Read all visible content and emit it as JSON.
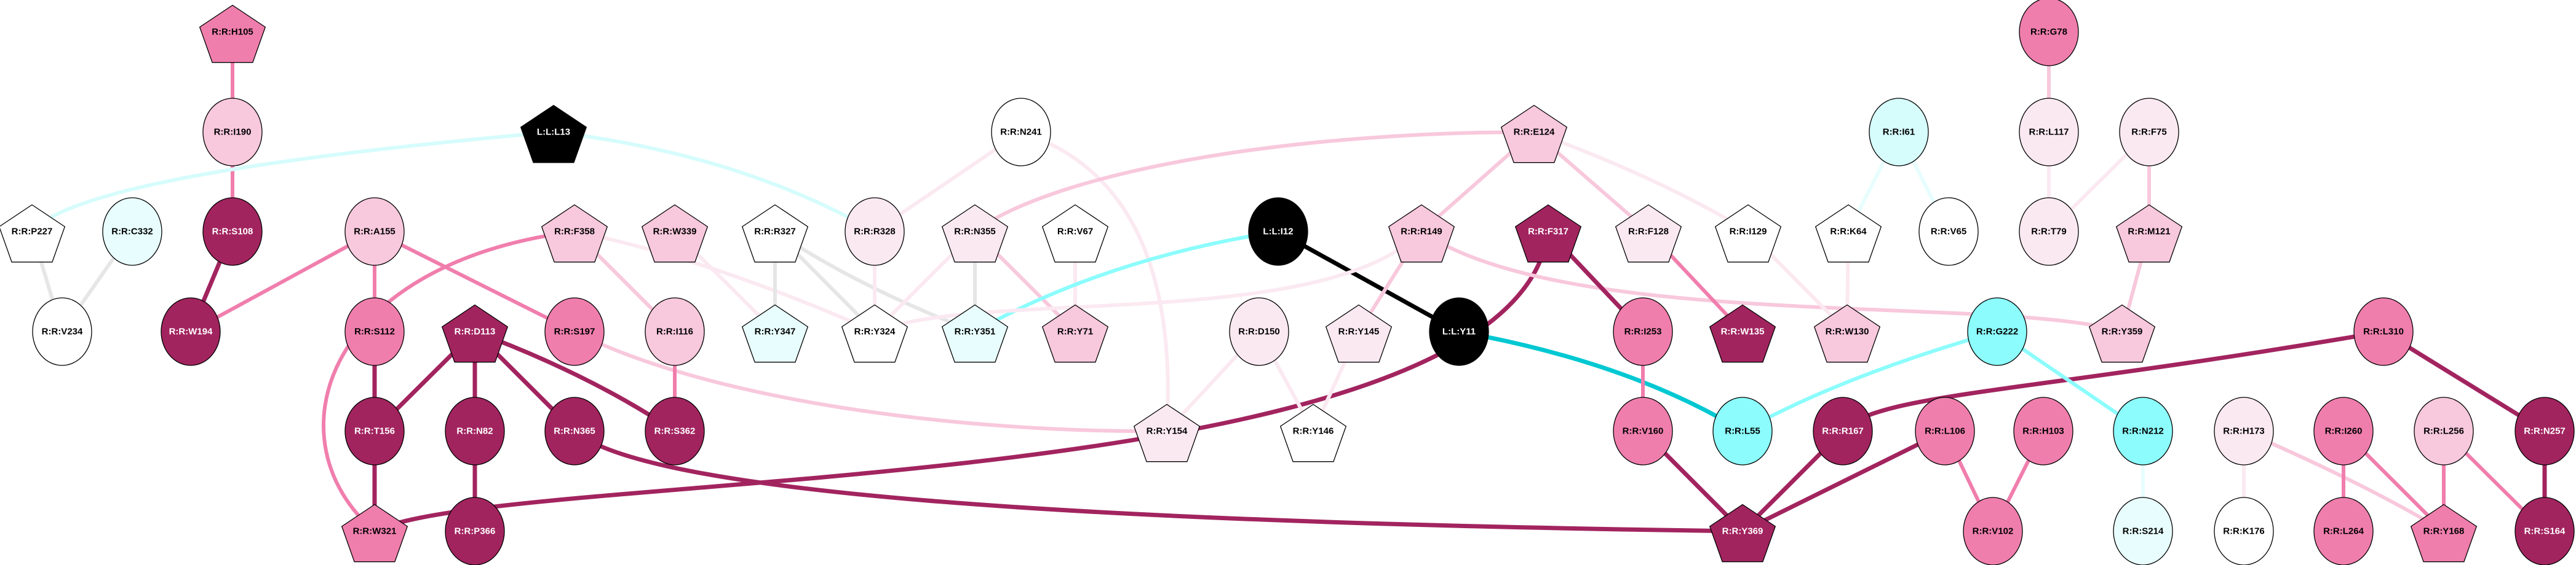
{
  "palette": {
    "dark": "#a2245f",
    "medium": "#f07ead",
    "light": "#f8c8dc",
    "pale": "#fbe9f1",
    "white": "#ffffff",
    "cyan": "#8cfcfc",
    "lightcyan": "#d6fcfc",
    "palecyan": "#e8fefe",
    "teal": "#00c8d2",
    "grey": "#e6e6e6",
    "black": "#000000"
  },
  "nodes": [
    {
      "label": "R:R:H105",
      "shape": "pentagon",
      "fill": "medium"
    },
    {
      "label": "R:R:G78",
      "shape": "circle",
      "fill": "medium"
    },
    {
      "label": "R:R:I190",
      "shape": "circle",
      "fill": "light"
    },
    {
      "label": "L:L:L13",
      "shape": "pentagon",
      "fill": "black"
    },
    {
      "label": "R:R:N241",
      "shape": "circle",
      "fill": "white"
    },
    {
      "label": "R:R:E124",
      "shape": "pentagon",
      "fill": "light"
    },
    {
      "label": "R:R:I61",
      "shape": "circle",
      "fill": "lightcyan"
    },
    {
      "label": "R:R:L117",
      "shape": "circle",
      "fill": "pale"
    },
    {
      "label": "R:R:F75",
      "shape": "circle",
      "fill": "pale"
    },
    {
      "label": "R:R:P227",
      "shape": "pentagon",
      "fill": "white"
    },
    {
      "label": "R:R:C332",
      "shape": "circle",
      "fill": "palecyan"
    },
    {
      "label": "R:R:S108",
      "shape": "circle",
      "fill": "dark"
    },
    {
      "label": "R:R:A155",
      "shape": "circle",
      "fill": "light"
    },
    {
      "label": "R:R:F358",
      "shape": "pentagon",
      "fill": "light"
    },
    {
      "label": "R:R:W339",
      "shape": "pentagon",
      "fill": "light"
    },
    {
      "label": "R:R:R327",
      "shape": "pentagon",
      "fill": "white"
    },
    {
      "label": "R:R:R328",
      "shape": "circle",
      "fill": "pale"
    },
    {
      "label": "R:R:N355",
      "shape": "pentagon",
      "fill": "pale"
    },
    {
      "label": "R:R:V67",
      "shape": "pentagon",
      "fill": "white"
    },
    {
      "label": "L:L:I12",
      "shape": "circle",
      "fill": "black"
    },
    {
      "label": "R:R:R149",
      "shape": "pentagon",
      "fill": "light"
    },
    {
      "label": "R:R:F317",
      "shape": "pentagon",
      "fill": "dark"
    },
    {
      "label": "R:R:F128",
      "shape": "pentagon",
      "fill": "pale"
    },
    {
      "label": "R:R:I129",
      "shape": "pentagon",
      "fill": "white"
    },
    {
      "label": "R:R:K64",
      "shape": "pentagon",
      "fill": "white"
    },
    {
      "label": "R:R:V65",
      "shape": "circle",
      "fill": "white"
    },
    {
      "label": "R:R:T79",
      "shape": "circle",
      "fill": "pale"
    },
    {
      "label": "R:R:M121",
      "shape": "pentagon",
      "fill": "light"
    },
    {
      "label": "R:R:V234",
      "shape": "circle",
      "fill": "white"
    },
    {
      "label": "R:R:W194",
      "shape": "circle",
      "fill": "dark"
    },
    {
      "label": "R:R:S112",
      "shape": "circle",
      "fill": "medium"
    },
    {
      "label": "R:R:D113",
      "shape": "pentagon",
      "fill": "dark"
    },
    {
      "label": "R:R:S197",
      "shape": "circle",
      "fill": "medium"
    },
    {
      "label": "R:R:I116",
      "shape": "circle",
      "fill": "light"
    },
    {
      "label": "R:R:Y347",
      "shape": "pentagon",
      "fill": "palecyan"
    },
    {
      "label": "R:R:Y324",
      "shape": "pentagon",
      "fill": "white"
    },
    {
      "label": "R:R:Y351",
      "shape": "pentagon",
      "fill": "palecyan"
    },
    {
      "label": "R:R:Y71",
      "shape": "pentagon",
      "fill": "light"
    },
    {
      "label": "R:R:D150",
      "shape": "circle",
      "fill": "pale"
    },
    {
      "label": "R:R:Y145",
      "shape": "pentagon",
      "fill": "pale"
    },
    {
      "label": "L:L:Y11",
      "shape": "circle",
      "fill": "black"
    },
    {
      "label": "R:R:I253",
      "shape": "circle",
      "fill": "medium"
    },
    {
      "label": "R:R:W135",
      "shape": "pentagon",
      "fill": "dark"
    },
    {
      "label": "R:R:W130",
      "shape": "pentagon",
      "fill": "light"
    },
    {
      "label": "R:R:G222",
      "shape": "circle",
      "fill": "cyan"
    },
    {
      "label": "R:R:Y359",
      "shape": "pentagon",
      "fill": "light"
    },
    {
      "label": "R:R:L310",
      "shape": "circle",
      "fill": "medium"
    },
    {
      "label": "R:R:T156",
      "shape": "circle",
      "fill": "dark"
    },
    {
      "label": "R:R:N82",
      "shape": "circle",
      "fill": "dark"
    },
    {
      "label": "R:R:N365",
      "shape": "circle",
      "fill": "dark"
    },
    {
      "label": "R:R:S362",
      "shape": "circle",
      "fill": "dark"
    },
    {
      "label": "R:R:Y154",
      "shape": "pentagon",
      "fill": "pale"
    },
    {
      "label": "R:R:Y146",
      "shape": "pentagon",
      "fill": "white"
    },
    {
      "label": "R:R:V160",
      "shape": "circle",
      "fill": "medium"
    },
    {
      "label": "R:R:L55",
      "shape": "circle",
      "fill": "cyan"
    },
    {
      "label": "R:R:R167",
      "shape": "circle",
      "fill": "dark"
    },
    {
      "label": "R:R:L106",
      "shape": "circle",
      "fill": "medium"
    },
    {
      "label": "R:R:H103",
      "shape": "circle",
      "fill": "medium"
    },
    {
      "label": "R:R:N212",
      "shape": "circle",
      "fill": "cyan"
    },
    {
      "label": "R:R:H173",
      "shape": "circle",
      "fill": "pale"
    },
    {
      "label": "R:R:I260",
      "shape": "circle",
      "fill": "medium"
    },
    {
      "label": "R:R:L256",
      "shape": "circle",
      "fill": "light"
    },
    {
      "label": "R:R:N257",
      "shape": "circle",
      "fill": "dark"
    },
    {
      "label": "R:R:W321",
      "shape": "pentagon",
      "fill": "medium"
    },
    {
      "label": "R:R:P366",
      "shape": "circle",
      "fill": "dark"
    },
    {
      "label": "R:R:Y369",
      "shape": "pentagon",
      "fill": "dark"
    },
    {
      "label": "R:R:V102",
      "shape": "circle",
      "fill": "medium"
    },
    {
      "label": "R:R:S214",
      "shape": "circle",
      "fill": "palecyan"
    },
    {
      "label": "R:R:K176",
      "shape": "circle",
      "fill": "white"
    },
    {
      "label": "R:R:L264",
      "shape": "circle",
      "fill": "medium"
    },
    {
      "label": "R:R:Y168",
      "shape": "pentagon",
      "fill": "medium"
    },
    {
      "label": "R:R:S164",
      "shape": "circle",
      "fill": "dark"
    }
  ],
  "edges": [
    {
      "from": "R:R:H105",
      "to": "R:R:I190",
      "color": "medium"
    },
    {
      "from": "R:R:I190",
      "to": "R:R:S108",
      "color": "medium"
    },
    {
      "from": "R:R:S108",
      "to": "R:R:W194",
      "color": "dark"
    },
    {
      "from": "R:R:A155",
      "to": "R:R:W194",
      "color": "medium"
    },
    {
      "from": "R:R:A155",
      "to": "R:R:S112",
      "color": "medium"
    },
    {
      "from": "R:R:A155",
      "to": "R:R:S197",
      "color": "medium"
    },
    {
      "from": "R:R:F358",
      "to": "R:R:W321",
      "color": "medium"
    },
    {
      "from": "R:R:F358",
      "to": "R:R:I116",
      "color": "light"
    },
    {
      "from": "R:R:F358",
      "to": "R:R:Y324",
      "color": "pale"
    },
    {
      "from": "R:R:S197",
      "to": "R:R:Y154",
      "color": "light"
    },
    {
      "from": "R:R:S112",
      "to": "R:R:T156",
      "color": "dark"
    },
    {
      "from": "R:R:D113",
      "to": "R:R:T156",
      "color": "dark"
    },
    {
      "from": "R:R:D113",
      "to": "R:R:N82",
      "color": "dark"
    },
    {
      "from": "R:R:D113",
      "to": "R:R:N365",
      "color": "dark"
    },
    {
      "from": "R:R:D113",
      "to": "R:R:S362",
      "color": "dark"
    },
    {
      "from": "R:R:T156",
      "to": "R:R:W321",
      "color": "dark"
    },
    {
      "from": "R:R:N82",
      "to": "R:R:P366",
      "color": "dark"
    },
    {
      "from": "R:R:N365",
      "to": "R:R:Y369",
      "color": "dark"
    },
    {
      "from": "R:R:W321",
      "to": "R:R:F317",
      "color": "dark"
    },
    {
      "from": "R:R:I116",
      "to": "R:R:S362",
      "color": "medium"
    },
    {
      "from": "R:R:P227",
      "to": "R:R:V234",
      "color": "grey"
    },
    {
      "from": "R:R:C332",
      "to": "R:R:V234",
      "color": "grey"
    },
    {
      "from": "L:L:L13",
      "to": "R:R:P227",
      "color": "lightcyan"
    },
    {
      "from": "L:L:L13",
      "to": "R:R:R328",
      "color": "lightcyan"
    },
    {
      "from": "R:R:W339",
      "to": "R:R:Y347",
      "color": "pale"
    },
    {
      "from": "R:R:R327",
      "to": "R:R:Y347",
      "color": "grey"
    },
    {
      "from": "R:R:R327",
      "to": "R:R:Y324",
      "color": "grey"
    },
    {
      "from": "R:R:R327",
      "to": "R:R:Y351",
      "color": "grey"
    },
    {
      "from": "R:R:R328",
      "to": "R:R:Y324",
      "color": "pale"
    },
    {
      "from": "R:R:N241",
      "to": "R:R:R328",
      "color": "pale"
    },
    {
      "from": "R:R:N241",
      "to": "R:R:Y154",
      "color": "pale"
    },
    {
      "from": "R:R:N355",
      "to": "R:R:Y324",
      "color": "pale"
    },
    {
      "from": "R:R:N355",
      "to": "R:R:Y351",
      "color": "grey"
    },
    {
      "from": "R:R:N355",
      "to": "R:R:Y71",
      "color": "light"
    },
    {
      "from": "R:R:N355",
      "to": "R:R:E124",
      "color": "light"
    },
    {
      "from": "R:R:V67",
      "to": "R:R:Y71",
      "color": "pale"
    },
    {
      "from": "L:L:I12",
      "to": "R:R:Y351",
      "color": "cyan"
    },
    {
      "from": "L:L:I12",
      "to": "L:L:Y11",
      "color": "black"
    },
    {
      "from": "R:R:Y324",
      "to": "R:R:R149",
      "color": "pale"
    },
    {
      "from": "R:R:D150",
      "to": "R:R:Y154",
      "color": "pale"
    },
    {
      "from": "R:R:D150",
      "to": "R:R:Y146",
      "color": "pale"
    },
    {
      "from": "R:R:Y145",
      "to": "R:R:Y146",
      "color": "pale"
    },
    {
      "from": "R:R:R149",
      "to": "R:R:Y145",
      "color": "light"
    },
    {
      "from": "R:R:E124",
      "to": "R:R:R149",
      "color": "light"
    },
    {
      "from": "R:R:E124",
      "to": "R:R:F128",
      "color": "light"
    },
    {
      "from": "R:R:E124",
      "to": "R:R:I129",
      "color": "pale"
    },
    {
      "from": "R:R:R149",
      "to": "R:R:Y359",
      "color": "light"
    },
    {
      "from": "R:R:F317",
      "to": "R:R:I253",
      "color": "dark"
    },
    {
      "from": "R:R:F128",
      "to": "R:R:W135",
      "color": "medium"
    },
    {
      "from": "R:R:I129",
      "to": "R:R:W130",
      "color": "pale"
    },
    {
      "from": "R:R:K64",
      "to": "R:R:W130",
      "color": "pale"
    },
    {
      "from": "R:R:I61",
      "to": "R:R:K64",
      "color": "palecyan"
    },
    {
      "from": "R:R:I61",
      "to": "R:R:V65",
      "color": "palecyan"
    },
    {
      "from": "L:L:Y11",
      "to": "R:R:L55",
      "color": "teal"
    },
    {
      "from": "R:R:I253",
      "to": "R:R:V160",
      "color": "medium"
    },
    {
      "from": "R:R:V160",
      "to": "R:R:Y369",
      "color": "dark"
    },
    {
      "from": "R:R:R167",
      "to": "R:R:Y369",
      "color": "dark"
    },
    {
      "from": "R:R:L106",
      "to": "R:R:Y369",
      "color": "dark"
    },
    {
      "from": "R:R:L310",
      "to": "R:R:R167",
      "color": "dark"
    },
    {
      "from": "R:R:L310",
      "to": "R:R:N257",
      "color": "dark"
    },
    {
      "from": "R:R:G222",
      "to": "R:R:L55",
      "color": "cyan"
    },
    {
      "from": "R:R:G222",
      "to": "R:R:N212",
      "color": "cyan"
    },
    {
      "from": "R:R:N212",
      "to": "R:R:S214",
      "color": "palecyan"
    },
    {
      "from": "R:R:G78",
      "to": "R:R:L117",
      "color": "light"
    },
    {
      "from": "R:R:L117",
      "to": "R:R:T79",
      "color": "pale"
    },
    {
      "from": "R:R:F75",
      "to": "R:R:T79",
      "color": "pale"
    },
    {
      "from": "R:R:F75",
      "to": "R:R:M121",
      "color": "light"
    },
    {
      "from": "R:R:M121",
      "to": "R:R:Y359",
      "color": "light"
    },
    {
      "from": "R:R:L106",
      "to": "R:R:V102",
      "color": "medium"
    },
    {
      "from": "R:R:H103",
      "to": "R:R:V102",
      "color": "medium"
    },
    {
      "from": "R:R:H173",
      "to": "R:R:K176",
      "color": "pale"
    },
    {
      "from": "R:R:H173",
      "to": "R:R:Y168",
      "color": "light"
    },
    {
      "from": "R:R:I260",
      "to": "R:R:L264",
      "color": "medium"
    },
    {
      "from": "R:R:I260",
      "to": "R:R:Y168",
      "color": "medium"
    },
    {
      "from": "R:R:L256",
      "to": "R:R:Y168",
      "color": "medium"
    },
    {
      "from": "R:R:L256",
      "to": "R:R:S164",
      "color": "medium"
    },
    {
      "from": "R:R:N257",
      "to": "R:R:S164",
      "color": "dark"
    }
  ]
}
